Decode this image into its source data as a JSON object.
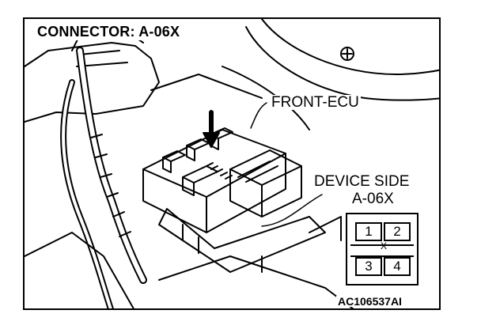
{
  "title": "CONNECTOR: A-06X",
  "labels": {
    "front_ecu": "FRONT-ECU",
    "device_side": "DEVICE SIDE",
    "connector_id": "A-06X"
  },
  "connector": {
    "pins": [
      "1",
      "2",
      "3",
      "4"
    ],
    "mark": "X"
  },
  "figure_code": "AC106537AI",
  "colors": {
    "ink": "#000000",
    "paper": "#ffffff"
  }
}
